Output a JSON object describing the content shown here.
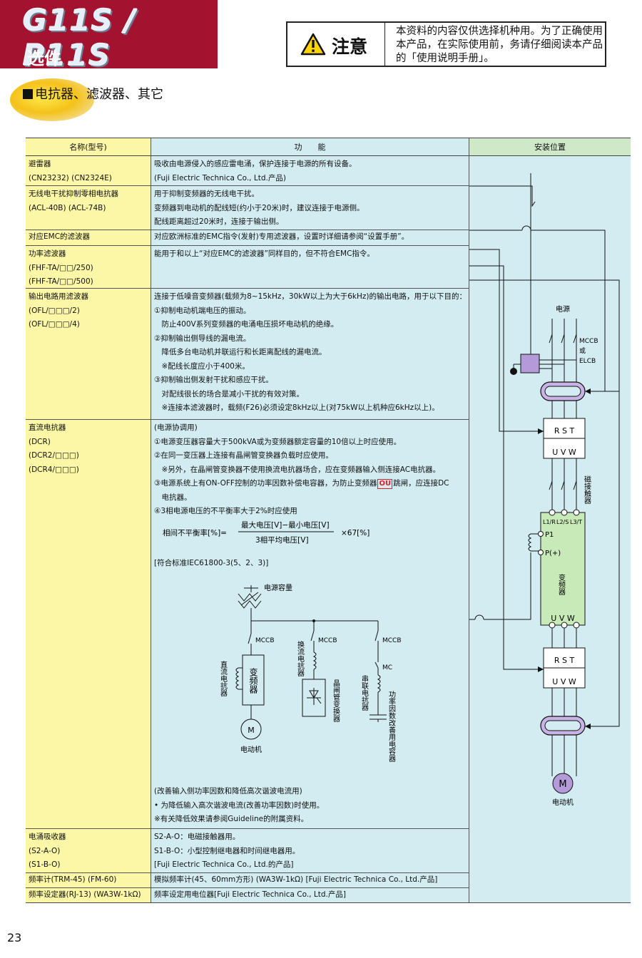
{
  "header": {
    "model": "G11S / P11S",
    "subtitle": "选件",
    "notice_label": "注意",
    "notice_text": "本资料的内容仅供选择机种用。为了正确使用本产品，在实际使用前，务请仔细阅读本产品的「使用说明手册」。"
  },
  "section_title": "电抗器、滤波器、其它",
  "table": {
    "headers": {
      "name": "名称(型号)",
      "function": "功　　能",
      "install": "安装位置"
    },
    "rows": [
      {
        "name": [
          "避雷器",
          "(CN23232) (CN2324E)"
        ],
        "func": [
          "吸收由电源侵入的感应雷电涌，保护连接于电源的所有设备。",
          "(Fuji Electric Technica Co., Ltd.产品)"
        ]
      },
      {
        "name": [
          "无线电干扰抑制零相电抗器",
          "(ACL-40B) (ACL-74B)"
        ],
        "func": [
          "用于抑制变频器的无线电干扰。",
          "变频器到电动机的配线短(约小于20米)时，建议连接于电源侧。",
          "配线距离超过20米时，连接于输出侧。"
        ]
      },
      {
        "name": [
          "对应EMC的滤波器"
        ],
        "func": [
          "对应欧洲标准的EMC指令(发射)专用滤波器，设置时详细请参阅“设置手册”。"
        ]
      },
      {
        "name": [
          "功率滤波器",
          "(FHF-TA/□□/250)",
          "(FHF-TA/□□/500)"
        ],
        "func": [
          "能用于和以上“对应EMC的滤波器”同样目的，但不符合EMC指令。"
        ]
      },
      {
        "name": [
          "输出电路用滤波器",
          "(OFL/□□□/2)",
          "(OFL/□□□/4)"
        ],
        "func": [
          "连接于低噪音变频器(载频为8~15kHz，30kW以上为大于6kHz)的输出电路，用于以下目的：",
          "①抑制电动机端电压的振动。",
          "　防止400V系列变频器的电涌电压损坏电动机的绝缘。",
          "②抑制输出侧导线的漏电流。",
          "　降低多台电动机并联运行和长距离配线的漏电流。",
          "　※配线长度应小于400米。",
          "③抑制输出侧发射干扰和感应干扰。",
          "　对配线很长的场合是减小干扰的有效对策。",
          "　※连接本滤波器时，载频(F26)必须设定8kHz以上(对75kW以上机种应6kHz以上)。"
        ]
      },
      {
        "name": [
          "直流电抗器",
          "(DCR)",
          "(DCR2/□□□)",
          "(DCR4/□□□)"
        ],
        "func_top": [
          "(电源协调用)",
          "①电源变压器容量大于500kVA或为变频器额定容量的10倍以上时应使用。",
          "②在同一变压器上连接有晶闸管变换器负载时应使用。",
          "　※另外，在晶闸管变换器不使用换流电抗器场合，应在变频器输入侧连接AC电抗器。"
        ],
        "func_cap_pre": "③电源系统上有ON-OFF控制的功率因数补偿电容器，为防止变频器",
        "func_cap_glyph": "OU",
        "func_cap_post": "跳闸，应连接DC",
        "func_cap_line2": "　电抗器。",
        "func_unbalance": "④3相电源电压的不平衡率大于2%时应使用",
        "formula": {
          "lhs": "相间不平衡率[%]=",
          "numerator": "最大电压[V]−最小电压[V]",
          "denominator": "3相平均电压[V]",
          "rhs": "×67[%]"
        },
        "standard": "[符合标准IEC61800-3(5、2、3)]",
        "diagram": {
          "power_capacity": "电源容量",
          "mccb": "MCCB",
          "mc": "MC",
          "dc_reactor": "直流电抗器",
          "inverter": "变频器",
          "commutation_reactor": "换流电抗器",
          "thyristor_converter": "晶闸管变换器",
          "series_reactor": "串联电抗器",
          "pf_capacitor": "功率因数改善用电容器",
          "motor_symbol": "M",
          "motor": "电动机"
        },
        "func_bottom": [
          "(改善输入侧功率因数和降低高次谐波电流用)",
          "• 为降低输入高次谐波电流(改善功率因数)时使用。",
          "※有关降低效果请参阅Guideline的附属资料。"
        ]
      },
      {
        "name": [
          "电涌吸收器",
          "(S2-A-O)",
          "(S1-B-O)"
        ],
        "func": [
          "S2-A-O：电磁接触器用。",
          "S1-B-O：小型控制继电器和时间继电器用。",
          "[Fuji Electric Technica Co., Ltd.的产品]"
        ]
      },
      {
        "name": [
          "频率计(TRM-45) (FM-60)"
        ],
        "func": [
          "模拟频率计(45、60mm方形) (WA3W-1kΩ) [Fuji Electric Technica Co., Ltd.产品]"
        ]
      },
      {
        "name": [
          "频率设定器(RJ-13) (WA3W-1kΩ)"
        ],
        "func": [
          "频率设定用电位器[Fuji Electric Technica Co., Ltd.产品]"
        ]
      }
    ]
  },
  "install_diagram": {
    "power": "电源",
    "mccb": "MCCB",
    "or": "或",
    "elcb": "ELCB",
    "rst": "R S T",
    "uvw": "U V W",
    "contactor": "磁接触器",
    "l1r": "L1/R",
    "l2s": "L2/S",
    "l3t": "L3/T",
    "p1": "P1",
    "pplus": "P(+)",
    "inverter": "变频器",
    "motor_symbol": "M",
    "motor": "电动机"
  },
  "page_number": "23"
}
